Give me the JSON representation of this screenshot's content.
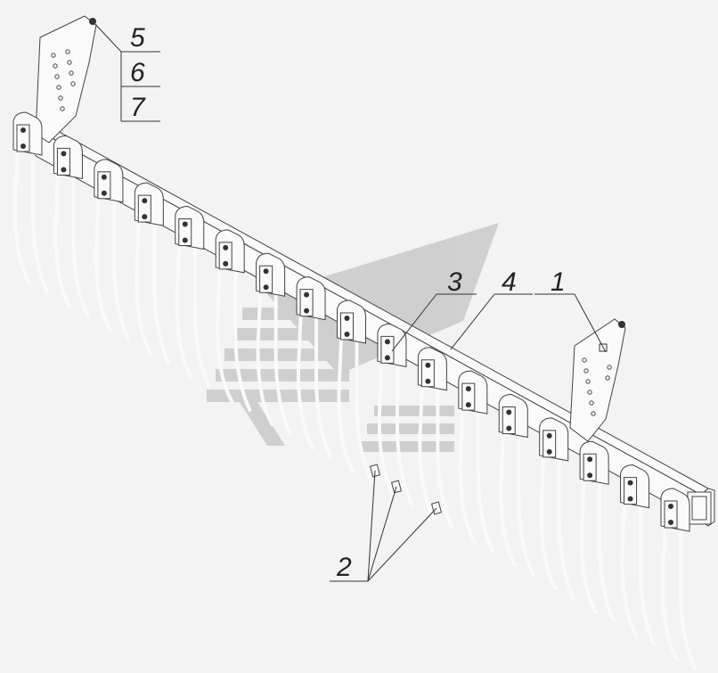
{
  "callouts": {
    "c1": "1",
    "c2": "2",
    "c3": "3",
    "c4": "4",
    "c5": "5",
    "c6": "6",
    "c7": "7"
  },
  "colors": {
    "background": "#f3f3f3",
    "line": "#444444",
    "watermark": "#c8c8c8"
  },
  "parts": {
    "tine_units": 17,
    "hinge_plates": 2
  }
}
